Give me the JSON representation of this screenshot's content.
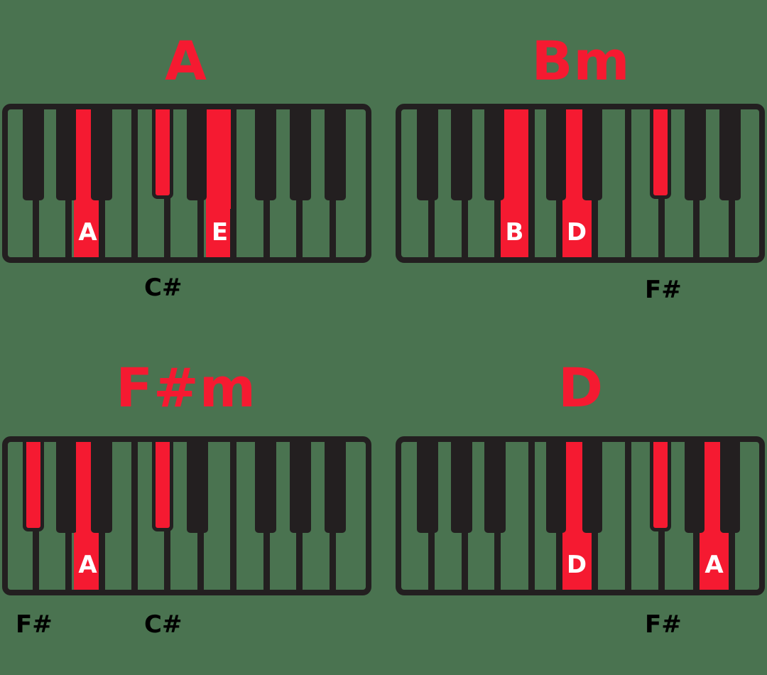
{
  "colors": {
    "background": "#4a7350",
    "highlight": "#f51a31",
    "key_black": "#231f20",
    "label_white": "#ffffff",
    "note_label": "#000000"
  },
  "keyboard_layout": {
    "white_keys": [
      "F",
      "G",
      "A",
      "B",
      "C",
      "D",
      "E",
      "F",
      "G",
      "A",
      "B"
    ],
    "black_keys": [
      "F#",
      "G#",
      "A#",
      "C#",
      "D#",
      "F#",
      "G#",
      "A#"
    ]
  },
  "chords": [
    {
      "name": "A",
      "highlighted_white": [
        {
          "index": 2,
          "label": "A"
        },
        {
          "index": 6,
          "label": "E"
        }
      ],
      "highlighted_black": [
        {
          "index": 3,
          "label": "C#"
        }
      ],
      "notes_below": [
        "C#"
      ]
    },
    {
      "name": "Bm",
      "highlighted_white": [
        {
          "index": 3,
          "label": "B"
        },
        {
          "index": 5,
          "label": "D"
        }
      ],
      "highlighted_black": [
        {
          "index": 5,
          "label": "F#"
        }
      ],
      "notes_below": [
        "F#"
      ]
    },
    {
      "name": "F#m",
      "highlighted_white": [
        {
          "index": 2,
          "label": "A"
        }
      ],
      "highlighted_black": [
        {
          "index": 0,
          "label": "F#"
        },
        {
          "index": 3,
          "label": "C#"
        }
      ],
      "notes_below": [
        "F#",
        "C#"
      ]
    },
    {
      "name": "D",
      "highlighted_white": [
        {
          "index": 5,
          "label": "D"
        },
        {
          "index": 9,
          "label": "A"
        }
      ],
      "highlighted_black": [
        {
          "index": 5,
          "label": "F#"
        }
      ],
      "notes_below": [
        "F#"
      ]
    }
  ]
}
